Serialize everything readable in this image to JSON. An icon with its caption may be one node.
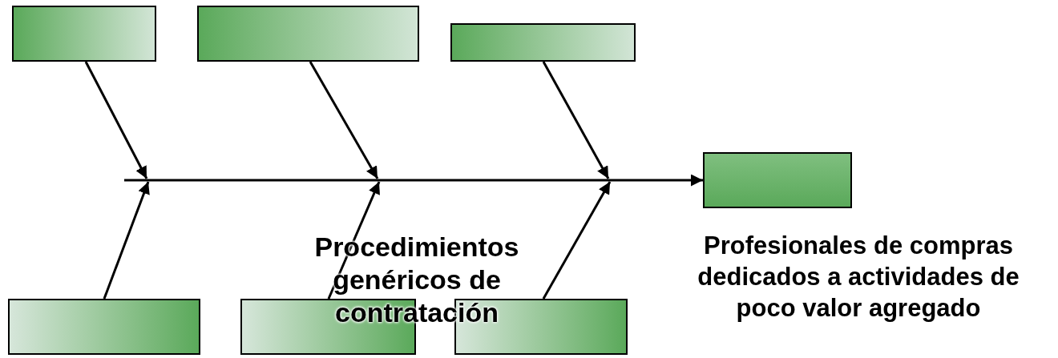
{
  "diagram": {
    "nodes": [
      {
        "text": [],
        "shape": "box"
      },
      {
        "text": [],
        "shape": "box"
      },
      {
        "text": [],
        "shape": "box"
      },
      {
        "text": [],
        "shape": "box"
      },
      {
        "text": [],
        "shape": "box"
      },
      {
        "text": [],
        "shape": "box"
      },
      {
        "text": [],
        "shape": "box"
      }
    ],
    "edges": [
      {
        "from": 0,
        "to": null,
        "arrow": "to"
      },
      {
        "from": 1,
        "to": null,
        "arrow": "to"
      },
      {
        "from": 2,
        "to": null,
        "arrow": "to"
      },
      {
        "from": 3,
        "to": null,
        "arrow": "to"
      },
      {
        "from": 4,
        "to": null,
        "arrow": "to"
      },
      {
        "from": 5,
        "to": null,
        "arrow": "to"
      },
      {
        "from": null,
        "to": 6,
        "arrow": "to"
      }
    ],
    "labels": [
      "Procedimientos genéricos de contratación",
      "Profesionales de compras dedicados a actividades de poco valor agregado"
    ]
  }
}
